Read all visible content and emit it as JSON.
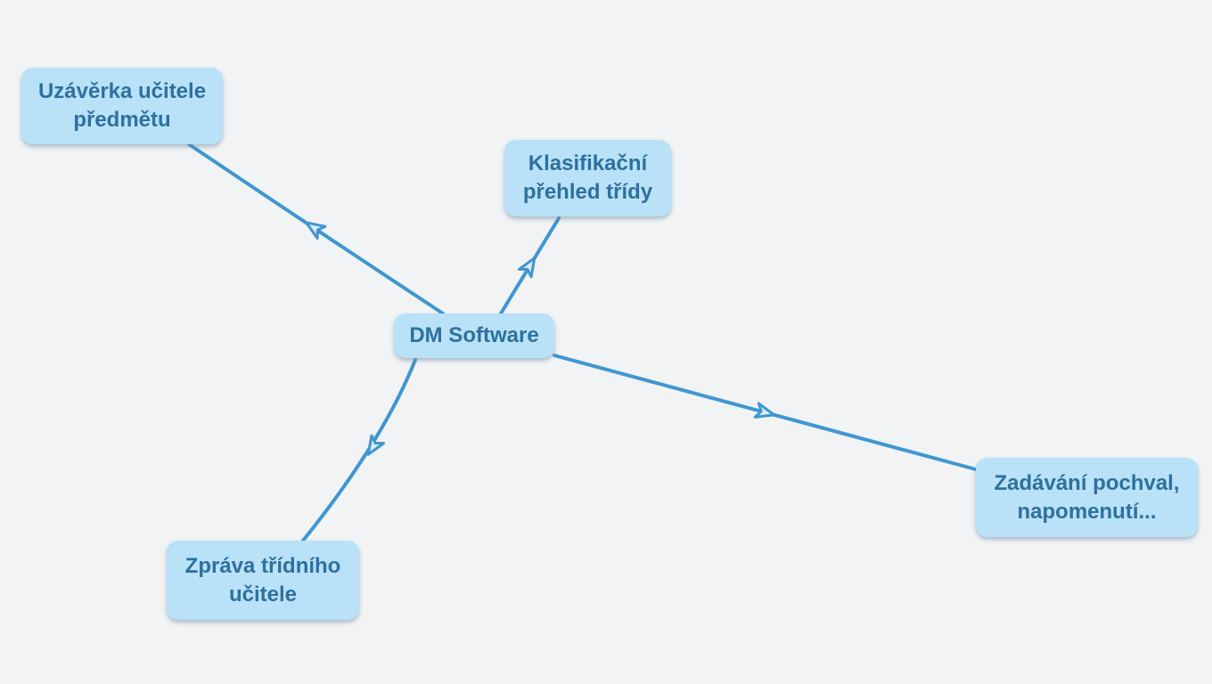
{
  "palette": {
    "background": "#f1f3f4",
    "node_fill": "#b9e1f7",
    "node_text": "#2d70a1",
    "connector": "#3f96d2",
    "arrowhead_fill": "#d9edfb"
  },
  "mindmap": {
    "root_id": "dm",
    "nodes": {
      "dm": {
        "label": "DM Software"
      },
      "uzaverka": {
        "label": "Uzávěrka učitele\npředmětu"
      },
      "klasifikacni": {
        "label": "Klasifikační\npřehled třídy"
      },
      "zprava": {
        "label": "Zpráva třídního\nučitele"
      },
      "zadavani": {
        "label": "Zadávání pochval,\nnapomenutí..."
      }
    },
    "edges": [
      {
        "from": "dm",
        "to": "uzaverka",
        "arrow": "outward"
      },
      {
        "from": "dm",
        "to": "klasifikacni",
        "arrow": "outward"
      },
      {
        "from": "dm",
        "to": "zprava",
        "arrow": "outward"
      },
      {
        "from": "dm",
        "to": "zadavani",
        "arrow": "outward"
      }
    ]
  }
}
